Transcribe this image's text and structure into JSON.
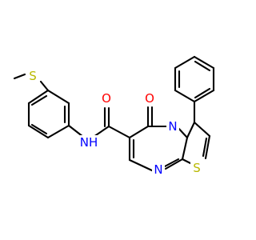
{
  "molecule": {
    "atoms": {
      "S_thioether": "S",
      "NH": "NH",
      "O_carbonyl": "O",
      "O_ring": "O",
      "N_ring": "N",
      "N_pyrimidine": "N",
      "S_thiazole": "S"
    },
    "colors": {
      "bond": "#000000",
      "oxygen": "#ff0000",
      "nitrogen": "#0000ff",
      "sulfur": "#b8b800"
    }
  }
}
